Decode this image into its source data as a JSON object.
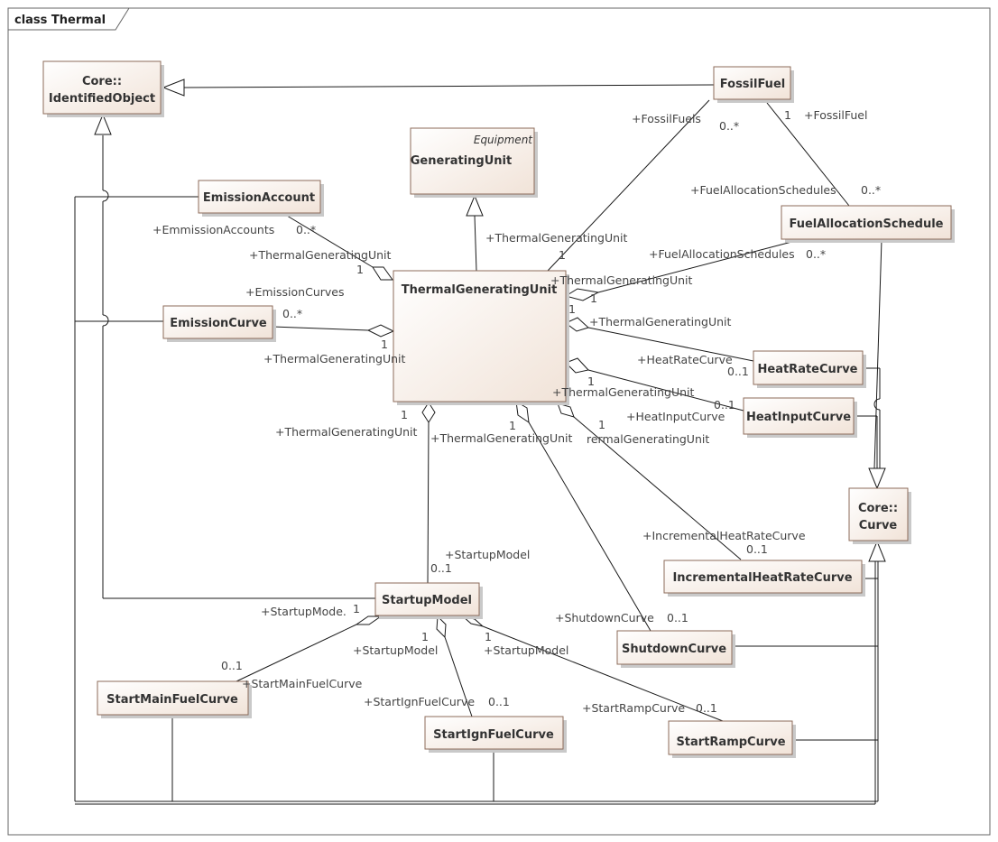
{
  "frame_title": "class Thermal",
  "classes": {
    "identified_object": {
      "line1": "Core::",
      "line2": "IdentifiedObject"
    },
    "fossil_fuel": {
      "name": "FossilFuel"
    },
    "generating_unit": {
      "stereotype": "Equipment",
      "name": "GeneratingUnit"
    },
    "emission_account": {
      "name": "EmissionAccount"
    },
    "fuel_allocation_schedule": {
      "name": "FuelAllocationSchedule"
    },
    "emission_curve": {
      "name": "EmissionCurve"
    },
    "thermal_generating_unit": {
      "name": "ThermalGeneratingUnit"
    },
    "heat_rate_curve": {
      "name": "HeatRateCurve"
    },
    "heat_input_curve": {
      "name": "HeatInputCurve"
    },
    "core_curve": {
      "line1": "Core::",
      "line2": "Curve"
    },
    "incremental_heat_rate_curve": {
      "name": "IncrementalHeatRateCurve"
    },
    "startup_model": {
      "name": "StartupModel"
    },
    "shutdown_curve": {
      "name": "ShutdownCurve"
    },
    "start_main_fuel_curve": {
      "name": "StartMainFuelCurve"
    },
    "start_ign_fuel_curve": {
      "name": "StartIgnFuelCurve"
    },
    "start_ramp_curve": {
      "name": "StartRampCurve"
    }
  },
  "labels": {
    "fossilfuels_role": "+FossilFuels",
    "fossilfuels_mult": "0..*",
    "fossilfuel_mult": "1",
    "fossilfuel_role": "+FossilFuel",
    "fas_role": "+FuelAllocationSchedules",
    "fas_mult": "0..*",
    "tgu_fas_role": "+ThermalGeneratingUnit",
    "tgu_fas_mult": "1",
    "fas2_role": "+FuelAllocationSchedules",
    "fas2_mult": "0..*",
    "tgu_fas2_role": "+ThermalGeneratingUnit",
    "tgu_fas2_mult": "1",
    "emacc_role": "+EmmissionAccounts",
    "emacc_mult": "0..*",
    "tgu_emacc_role": "+ThermalGeneratingUnit",
    "tgu_emacc_mult": "1",
    "emcurves_role": "+EmissionCurves",
    "emcurves_mult": "0..*",
    "tgu_emcurve_mult": "1",
    "tgu_emcurve_role": "+ThermalGeneratingUnit",
    "tgu_hrc_role": "+ThermalGeneratingUnit",
    "hrc_role": "+HeatRateCurve",
    "hrc_mult": "0..1",
    "tgu_hic_mult": "1",
    "tgu_hic_role": "+ThermalGeneratingUnit",
    "hic_mult": "0..1",
    "hic_role": "+HeatInputCurve",
    "tgu_sm_mult": "1",
    "tgu_sm_role": "+ThermalGeneratingUnit",
    "tgu_sd_mult": "1",
    "tgu_sd_role": "+ThermalGeneratingUnit",
    "tgu_ihr_mult": "1",
    "tgu_ihr_role": "rermalGeneratingUnit",
    "ihr_role": "+IncrementalHeatRateCurve",
    "ihr_mult": "0..1",
    "sm_role": "+StartupModel",
    "sm_mult": "0..1",
    "sd_role": "+ShutdownCurve",
    "sd_mult": "0..1",
    "sm_main_role": "+StartupMode.",
    "sm_main_mult": "1",
    "smf_mult": "0..1",
    "smf_role": "+StartMainFuelCurve",
    "sm_ign_mult": "1",
    "sm_ign_role": "+StartupModel",
    "sif_role": "+StartIgnFuelCurve",
    "sif_mult": "0..1",
    "sm_ramp_mult": "1",
    "sm_ramp_role": "+StartupModel",
    "src_role": "+StartRampCurve",
    "src_mult": "0..1"
  }
}
